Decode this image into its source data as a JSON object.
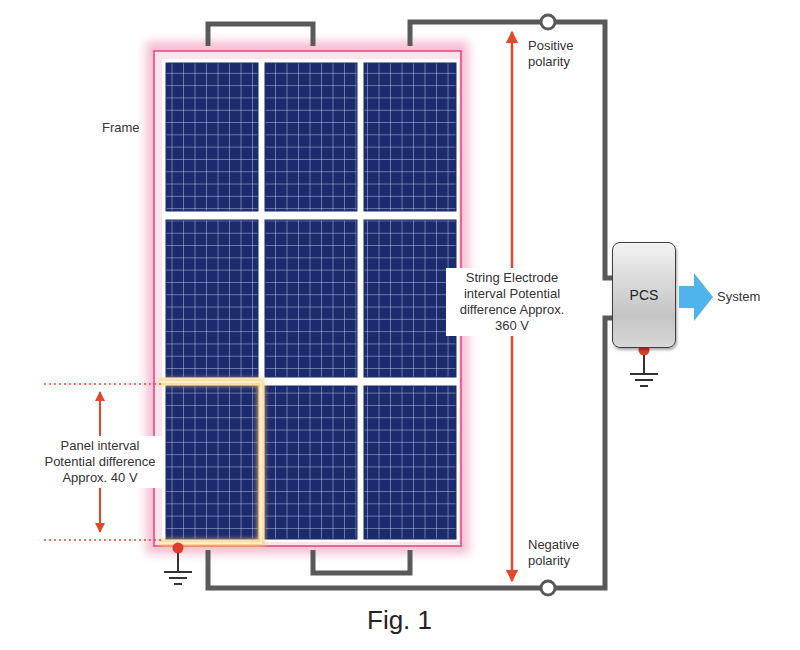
{
  "diagram": {
    "caption": "Fig. 1",
    "nodes": [
      {
        "text": [
          "PCS"
        ]
      }
    ],
    "labels": [
      "Frame",
      "Positive polarity",
      "String Electrode interval Potential difference Approx. 360 V",
      "System",
      "Panel interval Potential difference Approx. 40 V",
      "Negative polarity"
    ]
  }
}
